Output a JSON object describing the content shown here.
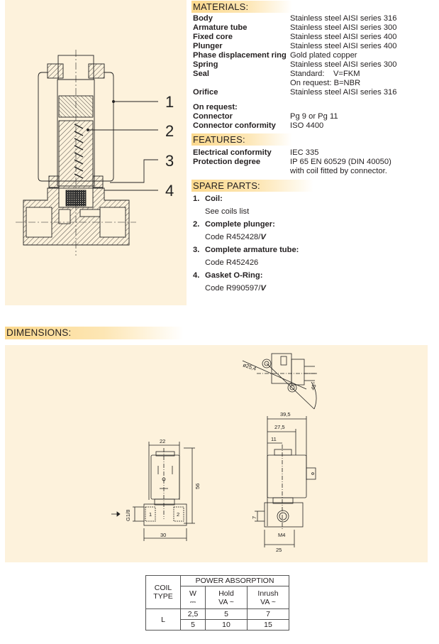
{
  "materials": {
    "heading": "MATERIALS:",
    "rows": [
      {
        "label": "Body",
        "value": "Stainless steel AISI series 316"
      },
      {
        "label": "Armature tube",
        "value": "Stainless steel AISI series 300"
      },
      {
        "label": "Fixed core",
        "value": "Stainless steel AISI series 400"
      },
      {
        "label": "Plunger",
        "value": "Stainless steel AISI series 400"
      },
      {
        "label": "Phase displacement ring",
        "value": "Gold plated copper"
      },
      {
        "label": "Spring",
        "value": "Stainless steel AISI series 300"
      },
      {
        "label": "Seal",
        "value": "Standard:    V=FKM"
      },
      {
        "label": "",
        "value": "On request: B=NBR"
      },
      {
        "label": "Orifice",
        "value": "Stainless steel AISI series 316"
      }
    ],
    "on_request_label": "On request:",
    "on_request_rows": [
      {
        "label": "Connector",
        "value": "Pg 9 or Pg 11"
      },
      {
        "label": "Connector conformity",
        "value": "ISO 4400"
      }
    ]
  },
  "features": {
    "heading": "FEATURES:",
    "rows": [
      {
        "label": "Electrical conformity",
        "value": "IEC 335"
      },
      {
        "label": "Protection degree",
        "value": "IP 65 EN 60529 (DIN 40050)"
      },
      {
        "label": "",
        "value": "with coil fitted by connector."
      }
    ]
  },
  "spare_parts": {
    "heading": "SPARE PARTS:",
    "items": [
      {
        "num": "1.",
        "title": "Coil:",
        "code": "See coils list",
        "suffix": ""
      },
      {
        "num": "2.",
        "title": "Complete plunger:",
        "code": "Code R452428/",
        "suffix": "V"
      },
      {
        "num": "3.",
        "title": "Complete armature tube:",
        "code": "Code R452426",
        "suffix": ""
      },
      {
        "num": "4.",
        "title": "Gasket O-Ring:",
        "code": "Code R990597/",
        "suffix": "V"
      }
    ]
  },
  "section_drawing": {
    "callouts": [
      "1",
      "2",
      "3",
      "4"
    ]
  },
  "dimensions": {
    "heading": "DIMENSIONS:",
    "labels": {
      "diameter": "ø25,4",
      "angle": "45°",
      "w39": "39,5",
      "w27": "27,5",
      "w11": "11",
      "w22": "22",
      "h56": "56",
      "w30": "30",
      "w25": "25",
      "h7": "7",
      "m4": "M4",
      "g18": "G1/8",
      "port1": "1",
      "port2": "2"
    }
  },
  "power_table": {
    "coil_type_header": "COIL TYPE",
    "group_header": "POWER ABSORPTION",
    "columns": [
      {
        "line1": "W",
        "line2": "⎓"
      },
      {
        "line1": "Hold",
        "line2": "VA ~"
      },
      {
        "line1": "Inrush",
        "line2": "VA ~"
      }
    ],
    "coil_type": "L",
    "rows": [
      [
        "2,5",
        "5",
        "7"
      ],
      [
        "5",
        "10",
        "15"
      ]
    ]
  },
  "colors": {
    "panel_bg": "#fdf2dc",
    "header_accent": "#fcd98e",
    "text": "#231f20"
  }
}
